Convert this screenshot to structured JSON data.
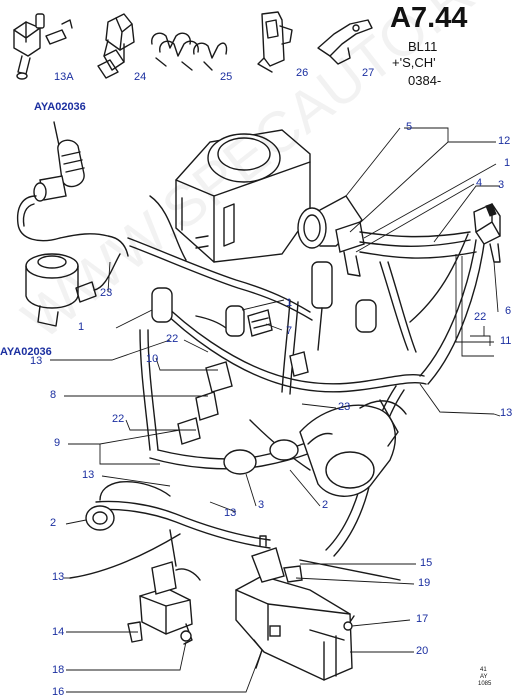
{
  "header": {
    "figure_code": "A7.44",
    "line1": "BL11",
    "line2": "+'S,CH'",
    "line3": "0384-"
  },
  "watermark": "WWW.SPECAUTO.RU",
  "footer_code": [
    "41",
    "AY",
    "1085"
  ],
  "callouts": {
    "c13A": "13A",
    "c24": "24",
    "c25": "25",
    "c26": "26",
    "c27": "27",
    "c5": "5",
    "c12": "12",
    "c1a": "1",
    "c3a": "3",
    "c4": "4",
    "c6": "6",
    "c22a": "22",
    "c11": "11",
    "c23a": "23",
    "c1b": "1",
    "c1c": "1",
    "c7": "7",
    "c22b": "22",
    "c13a": "13",
    "c10": "10",
    "c8": "8",
    "c22c": "22",
    "c9": "9",
    "c13b": "13",
    "c23b": "23",
    "c13c": "13",
    "c2a": "2",
    "c13d": "13",
    "c3b": "3",
    "c2b": "2",
    "c13e": "13",
    "c15": "15",
    "c19": "19",
    "c14": "14",
    "c17": "17",
    "c18": "18",
    "c20": "20",
    "c16": "16"
  },
  "part_codes": {
    "top": "AYA02036",
    "left": "AYA02036"
  }
}
